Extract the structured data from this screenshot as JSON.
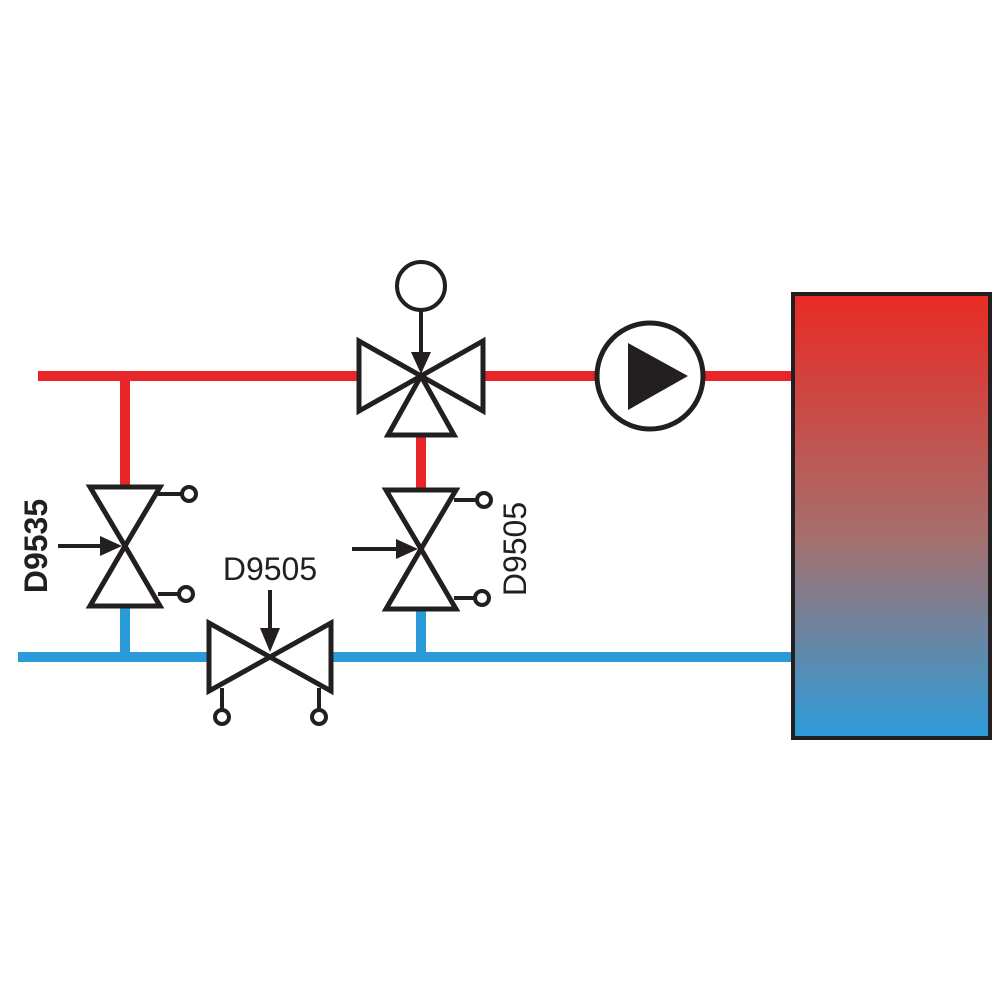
{
  "labels": {
    "valve_left": "D9535",
    "valve_bottom": "D9505",
    "valve_right": "D9505"
  },
  "colors": {
    "supply_pipe": "#e8262a",
    "return_pipe": "#2a9bd8",
    "outline": "#231f20",
    "tank_top": "#ea2a24",
    "tank_mid": "#a5706e",
    "tank_bottom": "#2c9cda",
    "background": "#ffffff"
  },
  "components": {
    "three_way_valve": "motorized-three-way-valve",
    "pump": "circulation-pump",
    "tank": "storage-tank",
    "actuator": "valve-actuator-circle"
  }
}
